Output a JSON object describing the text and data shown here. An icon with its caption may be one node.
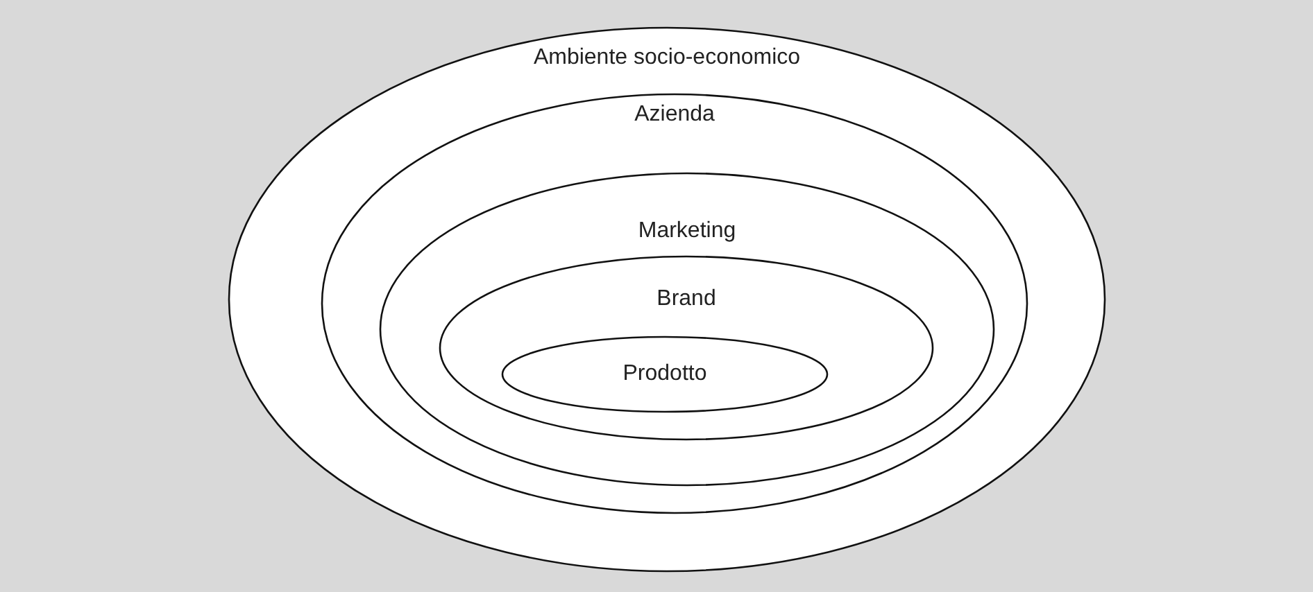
{
  "diagram": {
    "nodes": [
      {
        "text": [
          "Ambiente socio-economico"
        ]
      },
      {
        "text": [
          "Azienda"
        ],
        "in": 0
      },
      {
        "text": [
          "Marketing"
        ],
        "in": 1
      },
      {
        "text": [
          "Brand"
        ],
        "in": 2
      },
      {
        "text": [
          "Prodotto"
        ],
        "in": 3
      }
    ]
  }
}
